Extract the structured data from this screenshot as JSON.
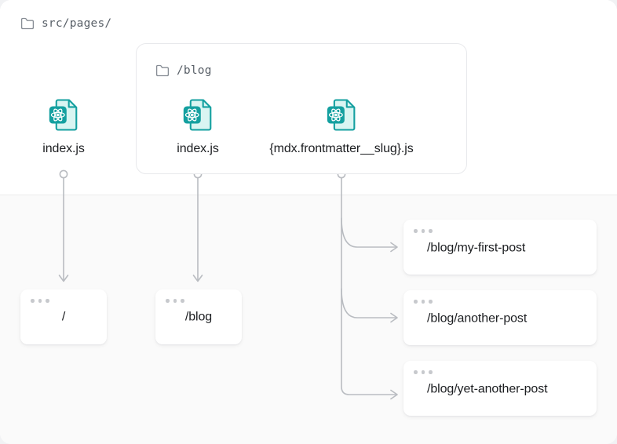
{
  "diagram": {
    "root_folder": {
      "icon": "folder-icon",
      "label": "src/pages/"
    },
    "blog_folder": {
      "icon": "folder-icon",
      "label": "/blog"
    },
    "files": [
      {
        "id": "root-index",
        "icon": "react-js-file-icon",
        "name": "index.js"
      },
      {
        "id": "blog-index",
        "icon": "react-js-file-icon",
        "name": "index.js"
      },
      {
        "id": "blog-slug",
        "icon": "react-js-file-icon",
        "name": "{mdx.frontmatter__slug}.js"
      }
    ],
    "routes": [
      {
        "id": "root",
        "url": "/"
      },
      {
        "id": "blog",
        "url": "/blog"
      },
      {
        "id": "post-1",
        "url": "/blog/my-first-post"
      },
      {
        "id": "post-2",
        "url": "/blog/another-post"
      },
      {
        "id": "post-3",
        "url": "/blog/yet-another-post"
      }
    ],
    "colors": {
      "accent_teal": "#14a0a0",
      "file_page_fill": "#d9f5f2",
      "connector_gray": "#b9bcc1",
      "panel_border": "#e8e9ec",
      "canvas_top": "#ffffff",
      "canvas_bottom": "#fafafa",
      "text_primary": "#1c1e21",
      "text_mono": "#596068"
    }
  }
}
